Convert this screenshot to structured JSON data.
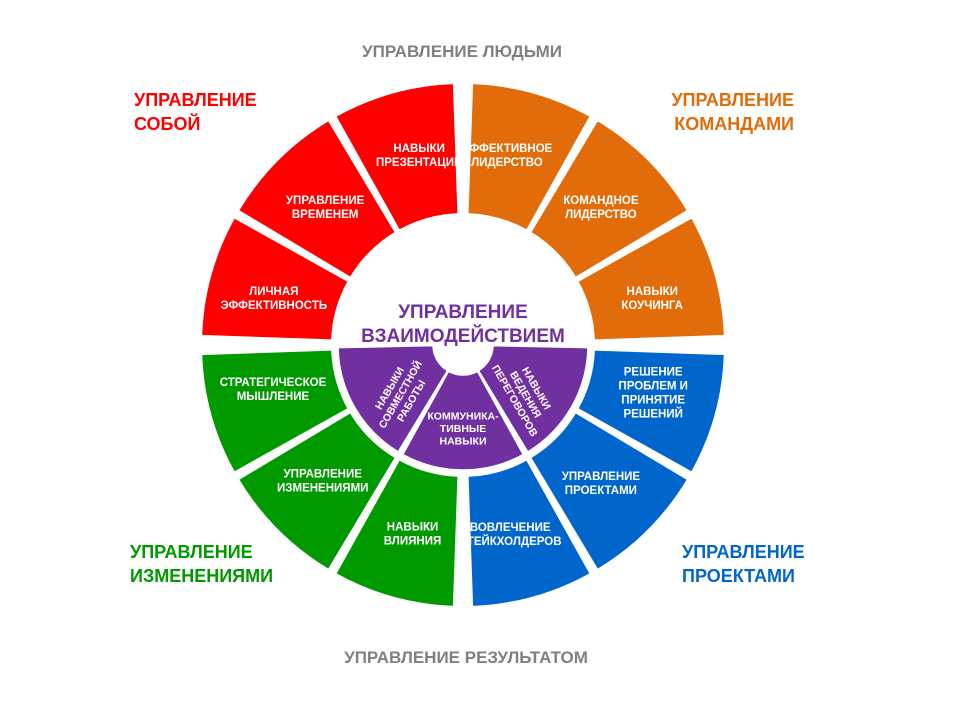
{
  "captions": {
    "top": "УПРАВЛЕНИЕ ЛЮДЬМИ",
    "bottom": "УПРАВЛЕНИЕ РЕЗУЛЬТАТОМ"
  },
  "quadrants": {
    "self": {
      "lines": [
        "УПРАВЛЕНИЕ",
        "СОБОЙ"
      ],
      "color": "#ff0000"
    },
    "teams": {
      "lines": [
        "УПРАВЛЕНИЕ",
        "КОМАНДАМИ"
      ],
      "color": "#e36c0a"
    },
    "changes": {
      "lines": [
        "УПРАВЛЕНИЕ",
        "ИЗМЕНЕНИЯМИ"
      ],
      "color": "#009900"
    },
    "projects": {
      "lines": [
        "УПРАВЛЕНИЕ",
        "ПРОЕКТАМИ"
      ],
      "color": "#0066cc"
    }
  },
  "center": {
    "lines": [
      "УПРАВЛЕНИЕ",
      "ВЗАИМОДЕЙСТВИЕМ"
    ],
    "color": "#7030a0"
  },
  "colors": {
    "red": "#ff0000",
    "orange": "#e36c0a",
    "green": "#009900",
    "blue": "#0066cc",
    "purple": "#7030a0"
  },
  "segments": [
    {
      "name": "segment-presentation-skills",
      "lines": [
        "НАВЫКИ",
        "ПРЕЗЕНТАЦИИ"
      ],
      "color": "#ff0000"
    },
    {
      "name": "segment-time-management",
      "lines": [
        "УПРАВЛЕНИЕ",
        "ВРЕМЕНЕМ"
      ],
      "color": "#ff0000"
    },
    {
      "name": "segment-personal-effectiveness",
      "lines": [
        "ЛИЧНАЯ",
        "ЭФФЕКТИВНОСТЬ"
      ],
      "color": "#ff0000"
    },
    {
      "name": "segment-effective-leadership",
      "lines": [
        "ЭФФЕКТИВНОЕ",
        "ЛИДЕРСТВО"
      ],
      "color": "#e36c0a"
    },
    {
      "name": "segment-team-leadership",
      "lines": [
        "КОМАНДНОЕ",
        "ЛИДЕРСТВО"
      ],
      "color": "#e36c0a"
    },
    {
      "name": "segment-coaching-skills",
      "lines": [
        "НАВЫКИ",
        "КОУЧИНГА"
      ],
      "color": "#e36c0a"
    },
    {
      "name": "segment-strategic-thinking",
      "lines": [
        "СТРАТЕГИЧЕСКОЕ",
        "МЫШЛЕНИЕ"
      ],
      "color": "#009900"
    },
    {
      "name": "segment-change-management",
      "lines": [
        "УПРАВЛЕНИЕ",
        "ИЗМЕНЕНИЯМИ"
      ],
      "color": "#009900"
    },
    {
      "name": "segment-influence-skills",
      "lines": [
        "НАВЫКИ",
        "ВЛИЯНИЯ"
      ],
      "color": "#009900"
    },
    {
      "name": "segment-problem-solving",
      "lines": [
        "РЕШЕНИЕ",
        "ПРОБЛЕМ И",
        "ПРИНЯТИЕ",
        "РЕШЕНИЙ"
      ],
      "color": "#0066cc"
    },
    {
      "name": "segment-project-management",
      "lines": [
        "УПРАВЛЕНИЕ",
        "ПРОЕКТАМИ"
      ],
      "color": "#0066cc"
    },
    {
      "name": "segment-stakeholder-engagement",
      "lines": [
        "ВОВЛЕЧЕНИЕ",
        "СТЕЙКХОЛДЕРОВ"
      ],
      "color": "#0066cc"
    }
  ],
  "inner_segments": [
    {
      "name": "inner-segment-teamwork",
      "lines": [
        "НАВЫКИ",
        "СОВМЕСТНОЙ",
        "РАБОТЫ"
      ],
      "color": "#7030a0"
    },
    {
      "name": "inner-segment-communication",
      "lines": [
        "КОММУНИКА-",
        "ТИВНЫЕ",
        "НАВЫКИ"
      ],
      "color": "#7030a0"
    },
    {
      "name": "inner-segment-negotiation",
      "lines": [
        "НАВЫКИ",
        "ВЕДЕНИЯ",
        "ПЕРЕГОВОРОВ"
      ],
      "color": "#7030a0"
    }
  ]
}
